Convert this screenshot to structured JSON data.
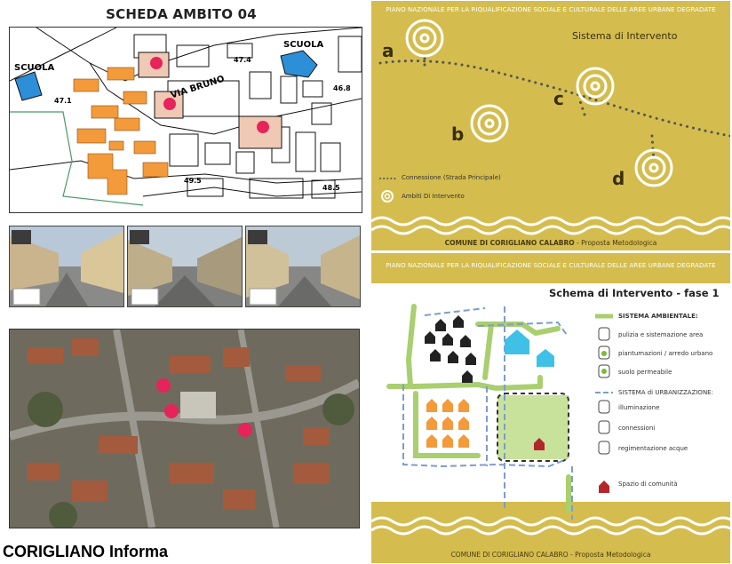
{
  "left": {
    "title": "SCHEDA AMBITO 04",
    "map": {
      "labels": {
        "school_left": "SCUOLA",
        "school_right": "SCUOLA",
        "street": "VIA BRUNO",
        "elev_47_4": "47.4",
        "elev_47_1": "47.1",
        "elev_46_8": "46.8",
        "elev_49_5": "49.5",
        "elev_48_5": "48.5"
      },
      "colors": {
        "building_orange": "#f39a3b",
        "school_blue": "#2d8fd8",
        "marker": "#e6235a",
        "highlight": "#f0c9b4"
      }
    },
    "photos": [
      "street-view-1",
      "street-view-2",
      "street-view-3"
    ],
    "brand": "CORIGLIANO Informa"
  },
  "panel_top": {
    "header": "PIANO NAZIONALE PER LA RIQUALIFICAZIONE SOCIALE E CULTURALE DELLE AREE URBANE DEGRADATE",
    "title": "Sistema di Intervento",
    "letters": {
      "a": "a",
      "b": "b",
      "c": "c",
      "d": "d"
    },
    "legend": {
      "connection": "Connessione (Strada Principale)",
      "ambiti": "Ambiti Di Intervento"
    },
    "footer_bold": "COMUNE DI CORIGLIANO CALABRO",
    "footer_rest": " - Proposta Metodologica",
    "colors": {
      "bg": "#d4bd4e",
      "dots": "#555555"
    }
  },
  "panel_bottom": {
    "header": "PIANO NAZIONALE PER LA RIQUALIFICAZIONE SOCIALE E CULTURALE DELLE AREE URBANE DEGRADATE",
    "title": "Schema di Intervento - fase 1",
    "legend": {
      "ambientale": "SISTEMA AMBIENTALE:",
      "pulizia": "pulizia e sistemazione area",
      "piantumazioni": "piantumazioni / arredo urbano",
      "suolo": "suolo permeabile",
      "urbanizzazione": "SISTEMA di URBANIZZAZIONE:",
      "illuminazione": "illuminazione",
      "connessioni": "connessioni",
      "regimentazione": "regimentazione acque",
      "comunita": "Spazio di comunità"
    },
    "footer_bold": "COMUNE DI CORIGLIANO CALABRO",
    "footer_rest": " - Proposta Metodologica",
    "colors": {
      "green": "#a9cf6e",
      "blue_dash": "#7f9bd0",
      "house_black": "#222222",
      "house_orange": "#f39a3b",
      "house_cyan": "#3fc0e6",
      "house_red": "#b3262b"
    }
  }
}
